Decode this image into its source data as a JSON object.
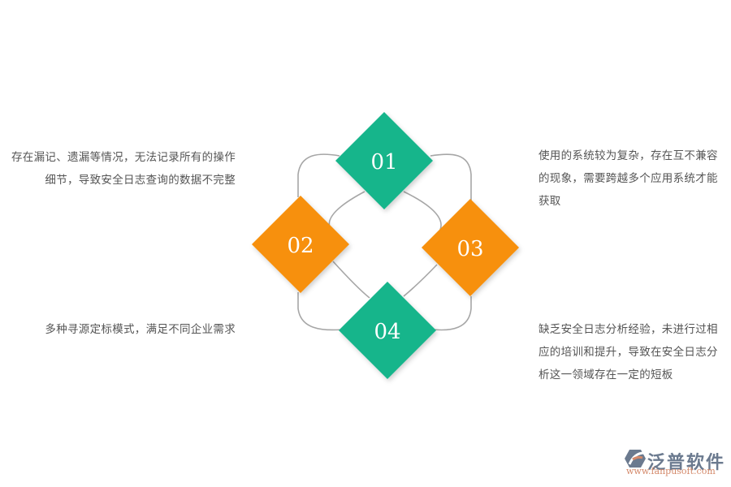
{
  "diagram": {
    "items": [
      {
        "num": "01",
        "color": "#17b58b",
        "text": [
          "存在漏记、遗漏等情况，无法记录所有的操作",
          "细节，导致安全日志查询的数据不完整"
        ]
      },
      {
        "num": "02",
        "color": "#f7900a",
        "text": [
          "多种寻源定标模式，满足不同企业需求"
        ]
      },
      {
        "num": "03",
        "color": "#f7900a",
        "text": [
          "使用的系统较为复杂，存在互不兼容",
          "的现象，需要跨越多个应用系统才能",
          "获取"
        ]
      },
      {
        "num": "04",
        "color": "#17b58b",
        "text": [
          "缺乏安全日志分析经验，未进行过相",
          "应的培训和提升，导致在安全日志分",
          "析这一领域存在一定的短板"
        ]
      }
    ],
    "connector_color": "#a6a6a6"
  },
  "logo": {
    "name": "泛普软件",
    "url": "www.fanpusoft.com",
    "colors": {
      "blue": "#6b7a8f",
      "orange": "#d4896a"
    }
  }
}
